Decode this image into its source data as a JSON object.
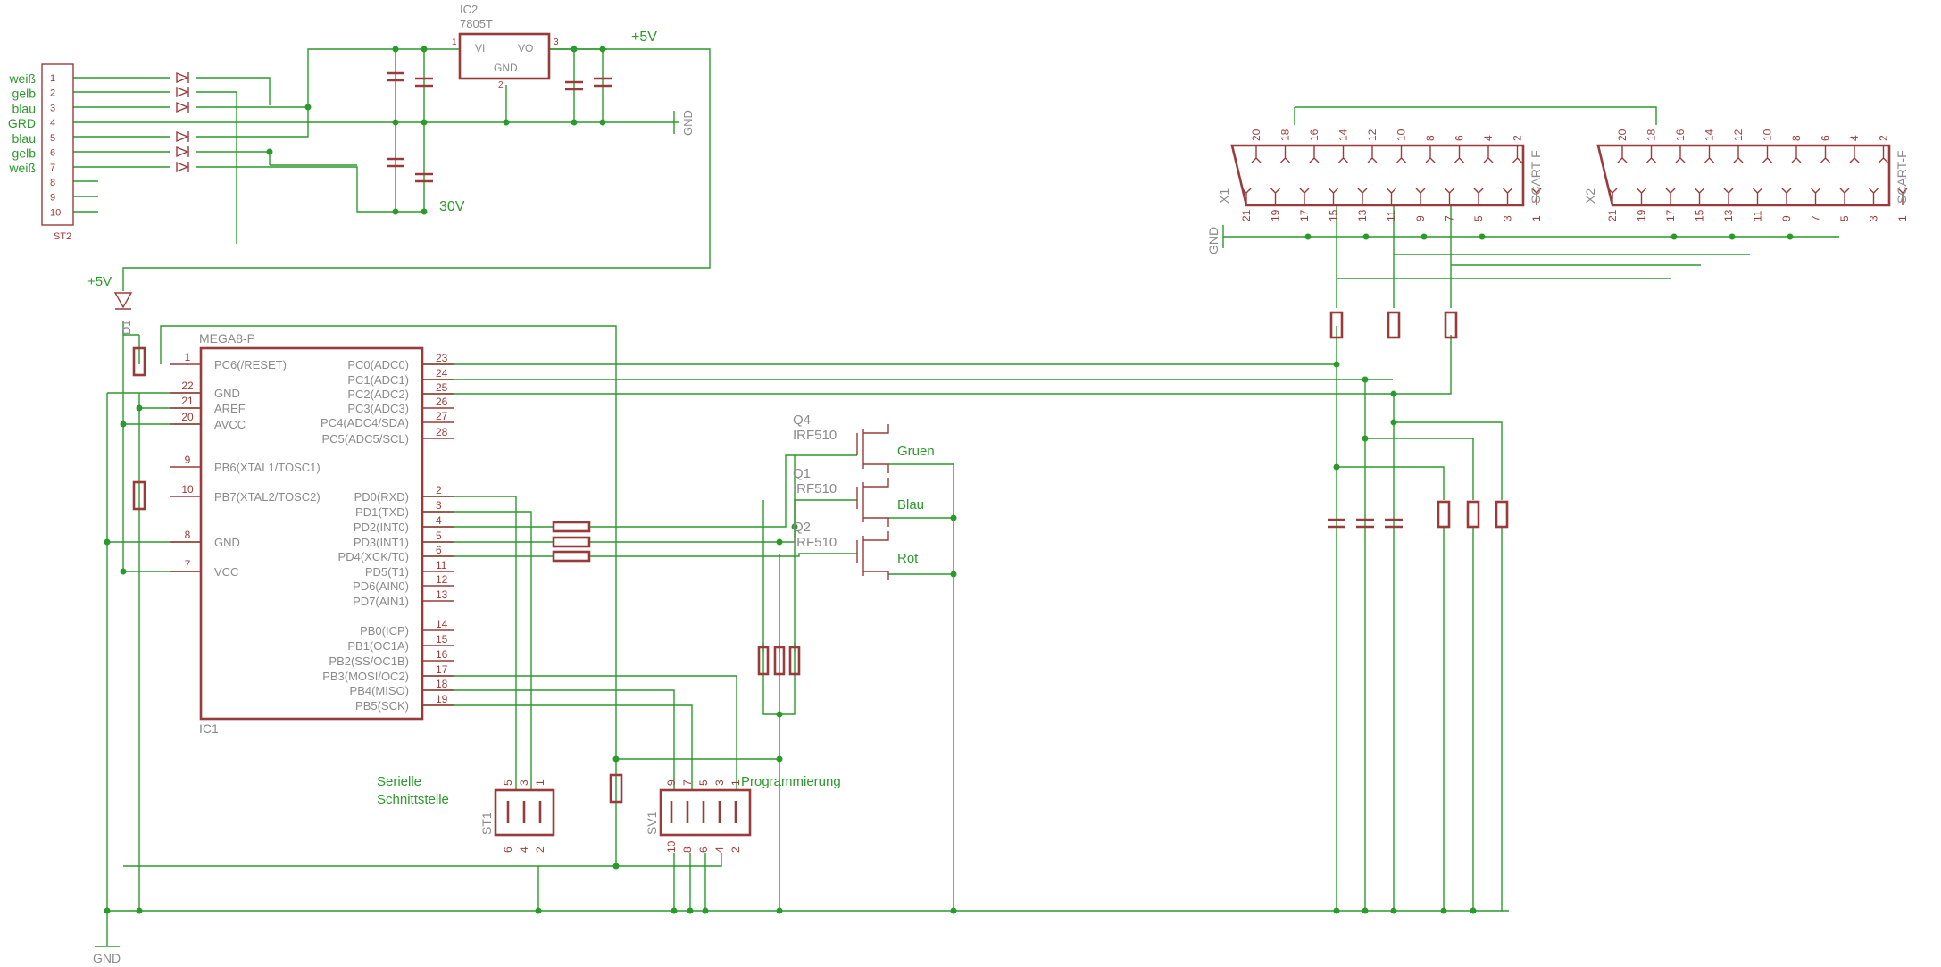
{
  "st2": {
    "name": "ST2",
    "left_labels": [
      "weiß",
      "gelb",
      "blau",
      "GRD",
      "blau",
      "gelb",
      "weiß"
    ],
    "pins": [
      "1",
      "2",
      "3",
      "4",
      "5",
      "6",
      "7",
      "8",
      "9",
      "10"
    ]
  },
  "ic2": {
    "name": "IC2",
    "type": "7805T",
    "vi": "VI",
    "vo": "VO",
    "gnd": "GND",
    "pin1": "1",
    "pin2": "2",
    "pin3": "3"
  },
  "supply": {
    "plus5_top": "+5V",
    "plus5_left": "+5V",
    "v30": "30V",
    "gnd_top": "GND",
    "gnd_bottom": "GND",
    "gnd_scart": "GND"
  },
  "d1": "D1",
  "ic1": {
    "name": "IC1",
    "type": "MEGA8-P",
    "left_pins": [
      {
        "num": "1",
        "name": "PC6(/RESET)"
      },
      {
        "num": "22",
        "name": "GND"
      },
      {
        "num": "21",
        "name": "AREF"
      },
      {
        "num": "20",
        "name": "AVCC"
      },
      {
        "num": "9",
        "name": "PB6(XTAL1/TOSC1)"
      },
      {
        "num": "10",
        "name": "PB7(XTAL2/TOSC2)"
      },
      {
        "num": "8",
        "name": "GND"
      },
      {
        "num": "7",
        "name": "VCC"
      }
    ],
    "right_pins": [
      {
        "num": "23",
        "name": "PC0(ADC0)"
      },
      {
        "num": "24",
        "name": "PC1(ADC1)"
      },
      {
        "num": "25",
        "name": "PC2(ADC2)"
      },
      {
        "num": "26",
        "name": "PC3(ADC3)"
      },
      {
        "num": "27",
        "name": "PC4(ADC4/SDA)"
      },
      {
        "num": "28",
        "name": "PC5(ADC5/SCL)"
      },
      {
        "num": "2",
        "name": "PD0(RXD)"
      },
      {
        "num": "3",
        "name": "PD1(TXD)"
      },
      {
        "num": "4",
        "name": "PD2(INT0)"
      },
      {
        "num": "5",
        "name": "PD3(INT1)"
      },
      {
        "num": "6",
        "name": "PD4(XCK/T0)"
      },
      {
        "num": "11",
        "name": "PD5(T1)"
      },
      {
        "num": "12",
        "name": "PD6(AIN0)"
      },
      {
        "num": "13",
        "name": "PD7(AIN1)"
      },
      {
        "num": "14",
        "name": "PB0(ICP)"
      },
      {
        "num": "15",
        "name": "PB1(OC1A)"
      },
      {
        "num": "16",
        "name": "PB2(SS/OC1B)"
      },
      {
        "num": "17",
        "name": "PB3(MOSI/OC2)"
      },
      {
        "num": "18",
        "name": "PB4(MISO)"
      },
      {
        "num": "19",
        "name": "PB5(SCK)"
      }
    ]
  },
  "mosfets": [
    {
      "ref": "Q4",
      "type": "IRF510",
      "net": "Gruen"
    },
    {
      "ref": "Q1",
      "type": "IRF510",
      "net": "Blau"
    },
    {
      "ref": "Q2",
      "type": "IRF510",
      "net": "Rot"
    }
  ],
  "st1": {
    "name": "ST1",
    "label_line1": "Serielle",
    "label_line2": "Schnittstelle",
    "top_pins": [
      "5",
      "3",
      "1"
    ],
    "bottom_pins": [
      "6",
      "4",
      "2"
    ]
  },
  "sv1": {
    "name": "SV1",
    "label": "Programmierung",
    "top_pins": [
      "9",
      "7",
      "5",
      "3",
      "1"
    ],
    "bottom_pins": [
      "10",
      "8",
      "6",
      "4",
      "2"
    ]
  },
  "scart": [
    {
      "ref": "X1",
      "type": "SCART-F",
      "top_pins": [
        "20",
        "18",
        "16",
        "14",
        "12",
        "10",
        "8",
        "6",
        "4",
        "2"
      ],
      "bottom_pins": [
        "21",
        "19",
        "17",
        "15",
        "13",
        "11",
        "9",
        "7",
        "5",
        "3",
        "1"
      ]
    },
    {
      "ref": "X2",
      "type": "SCART-F",
      "top_pins": [
        "20",
        "18",
        "16",
        "14",
        "12",
        "10",
        "8",
        "6",
        "4",
        "2"
      ],
      "bottom_pins": [
        "21",
        "19",
        "17",
        "15",
        "13",
        "11",
        "9",
        "7",
        "5",
        "3",
        "1"
      ]
    }
  ],
  "icons": [
    "resistor-symbol",
    "capacitor-symbol",
    "diode-symbol",
    "mosfet-symbol",
    "ground-symbol",
    "connector-symbol"
  ],
  "colors": {
    "wire": "#2a9a2a",
    "part": "#9a3b3b",
    "name": "#8a8a8a"
  }
}
